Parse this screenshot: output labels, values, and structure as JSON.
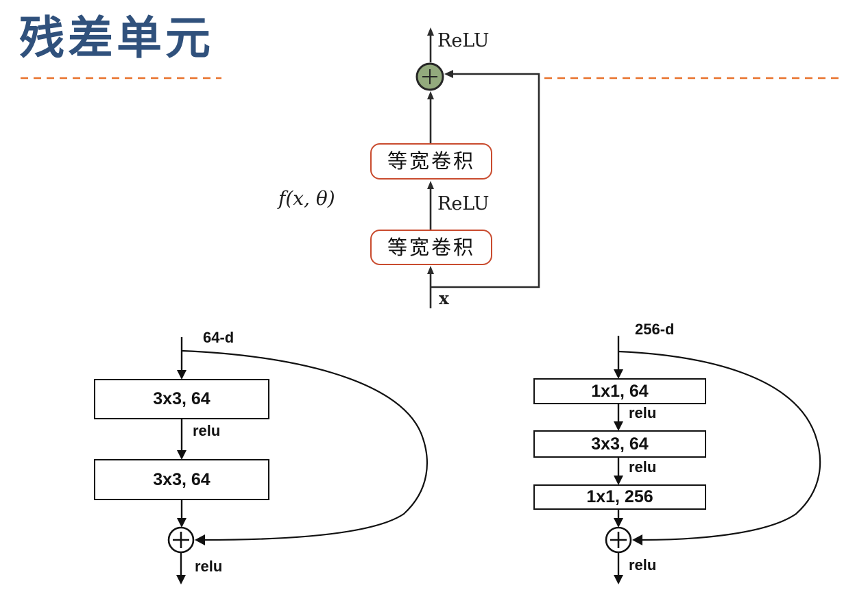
{
  "slide": {
    "title": "残差单元",
    "title_color": "#30517C",
    "underline_color": "#E8722C"
  },
  "top_diagram": {
    "relu_output": "ReLU",
    "conv_boxes": [
      "等宽卷积",
      "等宽卷积"
    ],
    "relu_inner": "ReLU",
    "function_label": "f(x, θ)",
    "input_label": "x",
    "plus_symbol": "+",
    "box_border_color": "#C94B2E",
    "add_circle_fill": "#93AA7D",
    "line_color": "#2b2b2b"
  },
  "left_block": {
    "input_dim": "64-d",
    "layers": [
      "3x3, 64",
      "3x3, 64"
    ],
    "relu_mid": "relu",
    "relu_out": "relu",
    "plus_symbol": "+",
    "line_color": "#111111"
  },
  "right_block": {
    "input_dim": "256-d",
    "layers": [
      "1x1, 64",
      "3x3, 64",
      "1x1, 256"
    ],
    "relu_1": "relu",
    "relu_2": "relu",
    "relu_out": "relu",
    "plus_symbol": "+",
    "line_color": "#111111"
  }
}
